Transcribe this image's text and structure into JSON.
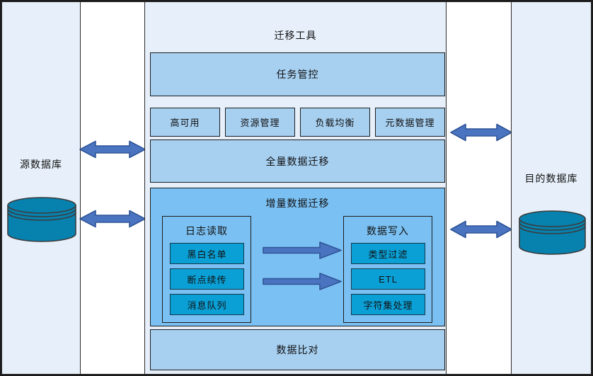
{
  "source_panel": {
    "label": "源数据库"
  },
  "target_panel": {
    "label": "目的数据库"
  },
  "tool": {
    "title": "迁移工具",
    "task_control": {
      "label": "任务管控"
    },
    "features": [
      {
        "label": "高可用"
      },
      {
        "label": "资源管理"
      },
      {
        "label": "负载均衡"
      },
      {
        "label": "元数据管理"
      }
    ],
    "full_migration": {
      "label": "全量数据迁移"
    },
    "incremental_migration": {
      "title": "增量数据迁移",
      "log_reader": {
        "title": "日志读取",
        "items": [
          {
            "label": "黑白名单"
          },
          {
            "label": "断点续传"
          },
          {
            "label": "消息队列"
          }
        ]
      },
      "data_writer": {
        "title": "数据写入",
        "items": [
          {
            "label": "类型过滤"
          },
          {
            "label": "ETL"
          },
          {
            "label": "字符集处理"
          }
        ]
      }
    },
    "data_comparison": {
      "label": "数据比对"
    }
  },
  "icons": {
    "source_database": "database-cylinder",
    "target_database": "database-cylinder",
    "side_arrows": "double-headed-arrow",
    "flow_arrows": "right-arrow"
  },
  "colors": {
    "panel_bg": "#E7F0FA",
    "gap_bg": "#FFFFFF",
    "band_fill": "#A6CFF0",
    "incremental_fill": "#7BC0F2",
    "chip_fill": "#0AA0D6",
    "cylinder_fill": "#0781AE",
    "arrow_fill": "#4A74C0",
    "arrow_stroke": "#2F5597",
    "border": "#2B2B2B",
    "text": "#111111"
  }
}
